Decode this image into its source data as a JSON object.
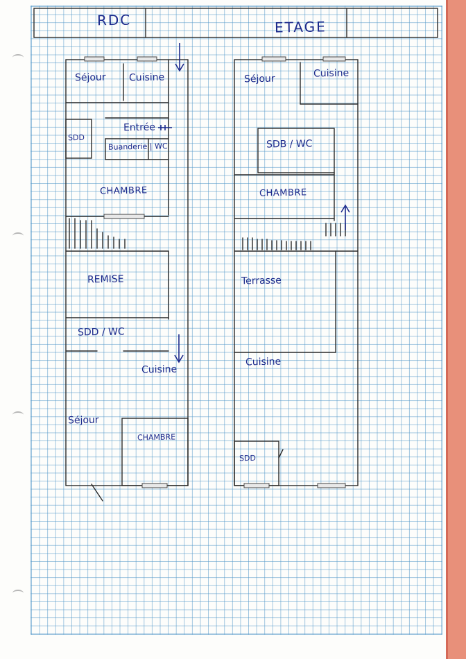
{
  "header": {
    "left_title": "RDC",
    "right_title": "ETAGE"
  },
  "ground_floor": {
    "sejour_top": "Séjour",
    "cuisine_top": "Cuisine",
    "sdd_small": "SDD",
    "entree": "Entrée",
    "buanderie_wc": "Buanderie | WC",
    "chambre_mid": "CHAMBRE",
    "remise": "REMISE",
    "sdd_wc": "SDD / WC",
    "cuisine_bottom": "Cuisine",
    "sejour_bottom": "Séjour",
    "chambre_bottom": "CHAMBRE"
  },
  "upper_floor": {
    "sejour": "Séjour",
    "cuisine_top": "Cuisine",
    "sdb_wc": "SDB / WC",
    "chambre": "CHAMBRE",
    "terrasse": "Terrasse",
    "cuisine_bottom": "Cuisine",
    "sdd": "SDD"
  },
  "colors": {
    "ink": "#1c2a8c",
    "pencil": "#2a2a2a",
    "grid": "#5096c8",
    "margin": "#e8907a"
  }
}
